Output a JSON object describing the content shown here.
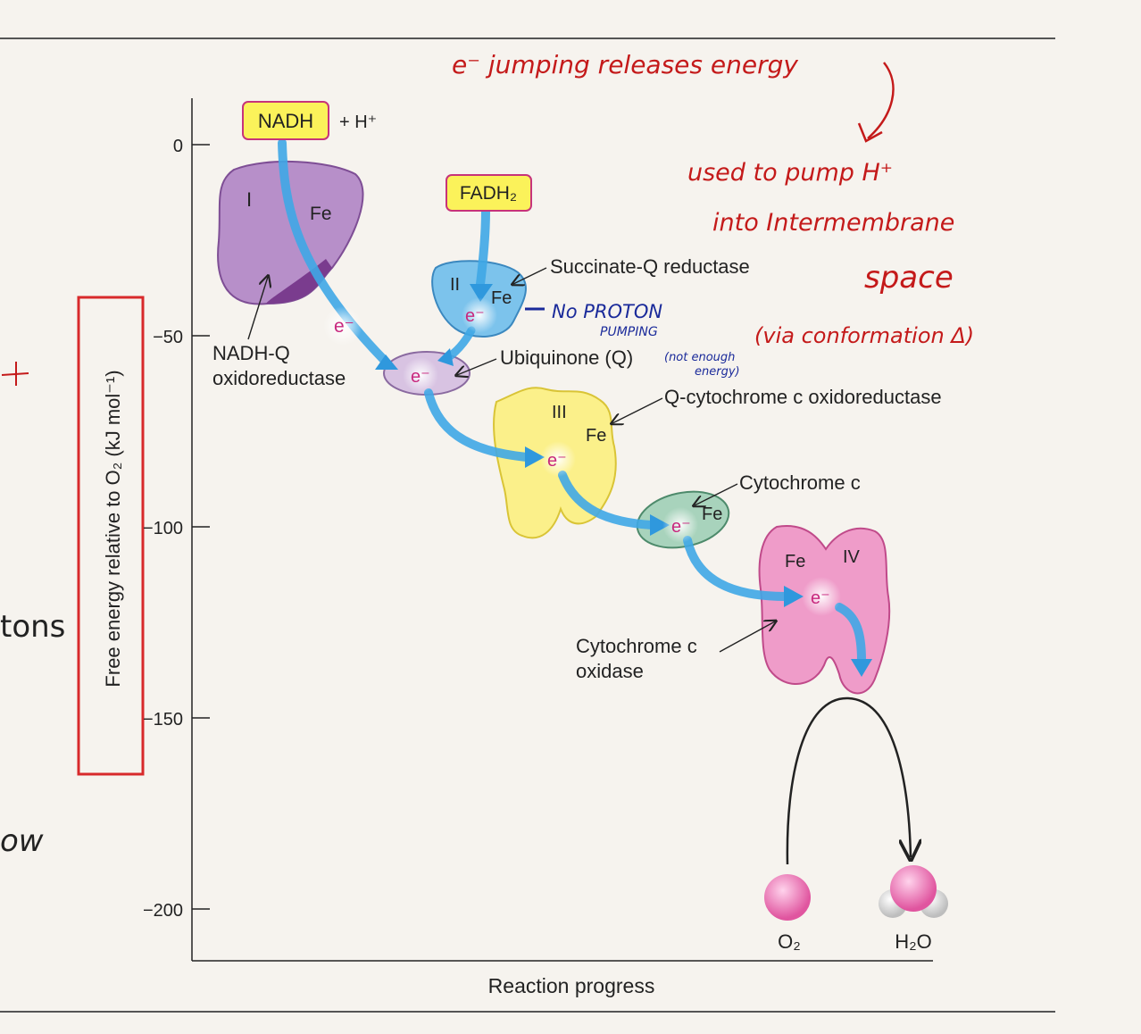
{
  "axis": {
    "ylabel": "Free energy relative to O₂ (kJ mol⁻¹)",
    "xlabel": "Reaction progress",
    "ticks": [
      "0",
      "−50",
      "−100",
      "−150",
      "−200"
    ]
  },
  "donors": {
    "nadh": "NADH",
    "h_plus": "+ H⁺",
    "fadh2": "FADH₂"
  },
  "complexes": {
    "c1": {
      "numeral": "I",
      "fe": "Fe",
      "name_line1": "NADH-Q",
      "name_line2": "oxidoreductase"
    },
    "c2": {
      "numeral": "II",
      "fe": "Fe",
      "name": "Succinate-Q reductase"
    },
    "q": {
      "name": "Ubiquinone (Q)"
    },
    "c3": {
      "numeral": "III",
      "fe": "Fe",
      "name": "Q-cytochrome c oxidoreductase"
    },
    "cytc": {
      "fe": "Fe",
      "name": "Cytochrome c"
    },
    "c4": {
      "numeral": "IV",
      "fe": "Fe",
      "name_line1": "Cytochrome c",
      "name_line2": "oxidase"
    }
  },
  "electron": "e⁻",
  "products": {
    "o2": "O₂",
    "h2o": "H₂O"
  },
  "annotations": {
    "red": [
      "e⁻ jumping releases energy",
      "used to pump H⁺",
      "into Intermembrane",
      "space",
      "(via conformation Δ)"
    ],
    "blue": [
      "No PROTON",
      "PUMPING",
      "(not enough",
      "energy)"
    ]
  },
  "edge_text": {
    "tons": "tons",
    "ow": "ow"
  }
}
